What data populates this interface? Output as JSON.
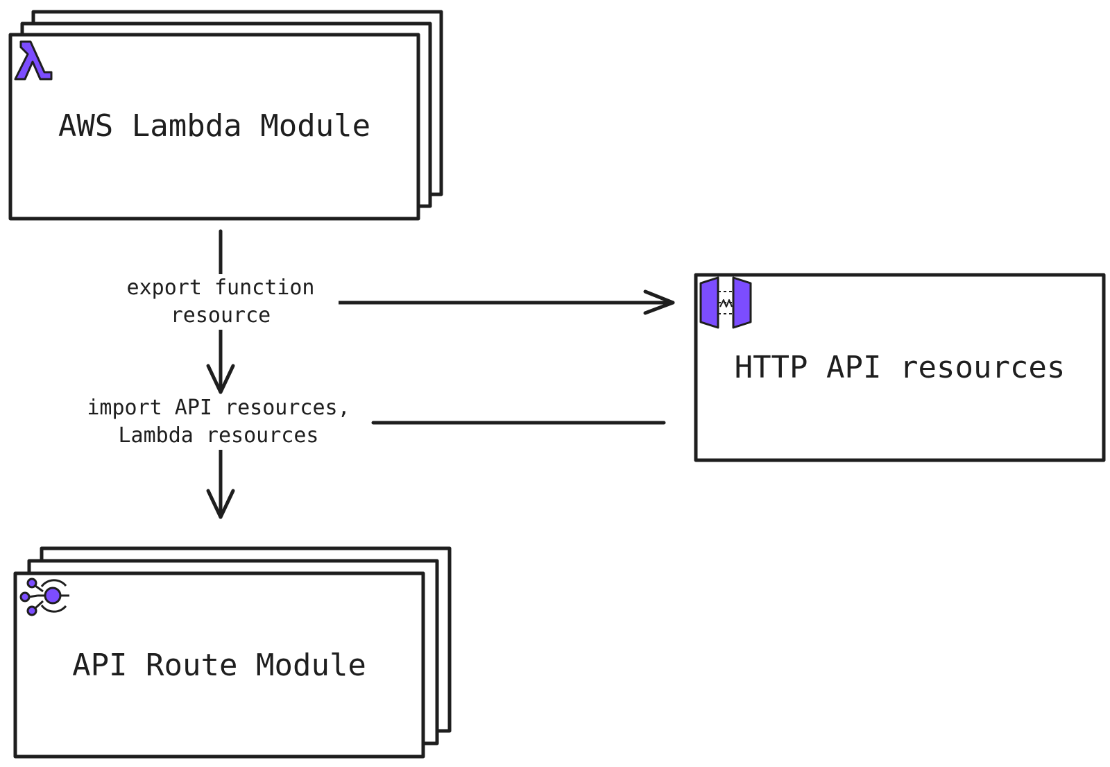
{
  "nodes": {
    "lambda_module": {
      "label": "AWS Lambda Module",
      "icon": "aws-lambda-icon"
    },
    "http_api": {
      "label": "HTTP API resources",
      "icon": "api-gateway-icon"
    },
    "api_route_module": {
      "label": "API Route Module",
      "icon": "api-route-network-icon"
    }
  },
  "edges": {
    "export": {
      "line1": "export function",
      "line2": "resource"
    },
    "import": {
      "line1": "import API resources,",
      "line2": "Lambda resources"
    }
  },
  "colors": {
    "stroke": "#1e1e1e",
    "icon_accent": "#7c4dff",
    "background": "#ffffff"
  }
}
